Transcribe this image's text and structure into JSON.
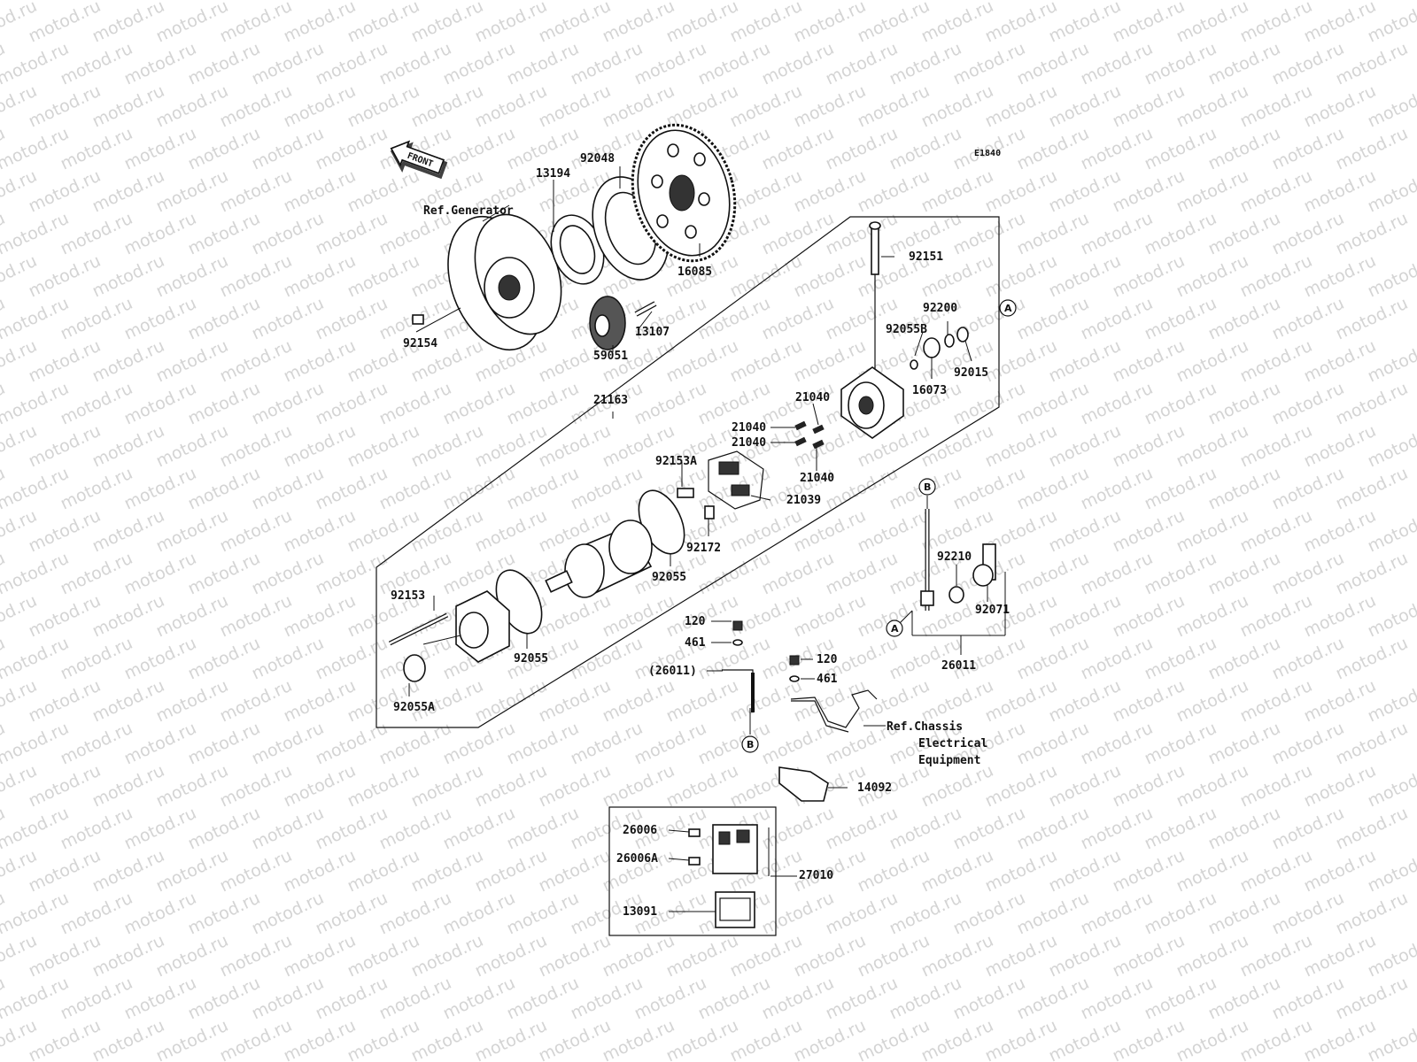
{
  "diagram": {
    "code": "E1840",
    "watermark": "motod.ru",
    "front_arrow": "FRONT",
    "refs": {
      "generator": "Ref.Generator",
      "chassis_1": "Ref.Chassis",
      "chassis_2": "Electrical",
      "chassis_3": "Equipment"
    },
    "markers": {
      "a": "A",
      "b": "B"
    },
    "parts": {
      "p92048": "92048",
      "p13194": "13194",
      "p16085": "16085",
      "p92154": "92154",
      "p13107": "13107",
      "p59051": "59051",
      "p21163": "21163",
      "p92151": "92151",
      "p92200": "92200",
      "p92055B": "92055B",
      "p92015": "92015",
      "p16073": "16073",
      "p21040a": "21040",
      "p21040b": "21040",
      "p21040c": "21040",
      "p21040d": "21040",
      "p92153A": "92153A",
      "p21039": "21039",
      "p92172": "92172",
      "p92055a": "92055",
      "p92055b": "92055",
      "p92153": "92153",
      "p92055A": "92055A",
      "p92210": "92210",
      "p92071": "92071",
      "p26011": "26011",
      "p120a": "120",
      "p461a": "461",
      "p26011p": "(26011)",
      "p120b": "120",
      "p461b": "461",
      "p14092": "14092",
      "p26006": "26006",
      "p26006A": "26006A",
      "p27010": "27010",
      "p13091": "13091"
    }
  }
}
